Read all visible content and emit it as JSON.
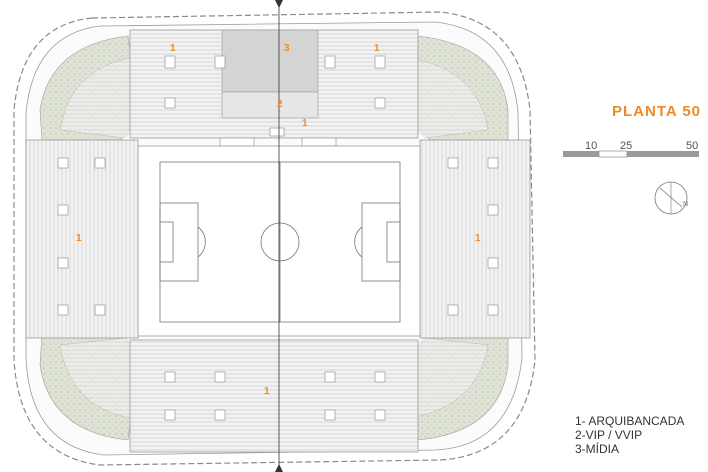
{
  "title": "PLANTA  50",
  "scale": {
    "labels": [
      "10",
      "25",
      "50"
    ]
  },
  "north_label": "N",
  "section_numbers": {
    "north_left": "1",
    "north_media": "3",
    "north_right": "1",
    "vip_upper": "2",
    "vip_lower": "1",
    "west": "1",
    "east": "1",
    "south": "1"
  },
  "legend": [
    "1- ARQUIBANCADA",
    "2-VIP / VVIP",
    "3-MÍDIA"
  ],
  "colors": {
    "accent": "#f08a24",
    "seat": "#c9c9c9",
    "roof_green": "#cfd6c4",
    "grid": "#e7e7e7"
  }
}
